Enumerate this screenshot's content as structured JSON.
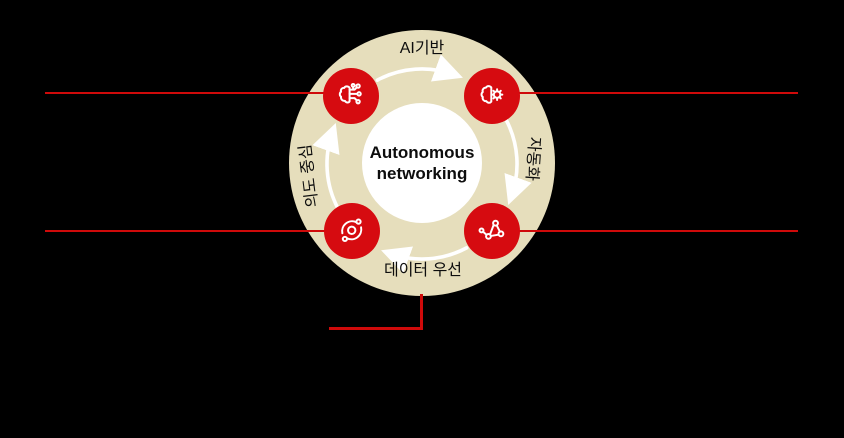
{
  "figure": {
    "center_title": "Autonomous networking",
    "stages": {
      "top": {
        "label": "AI기반",
        "icon": "ai-circuit-brain-icon"
      },
      "right": {
        "label": "자동화",
        "icon": "brain-gear-icon"
      },
      "bottom": {
        "label": "데이터 우선",
        "icon": "share-network-icon"
      },
      "left": {
        "label": "의도 중심",
        "icon": "sync-orbit-icon"
      }
    },
    "colors": {
      "background": "#000000",
      "ring_beige": "#e6debc",
      "inner_circle": "#ffffff",
      "node_red": "#d60b10",
      "callout_line_red": "#cf0a0a",
      "arrow_white": "#ffffff",
      "text_black": "#0d0d0d"
    }
  }
}
